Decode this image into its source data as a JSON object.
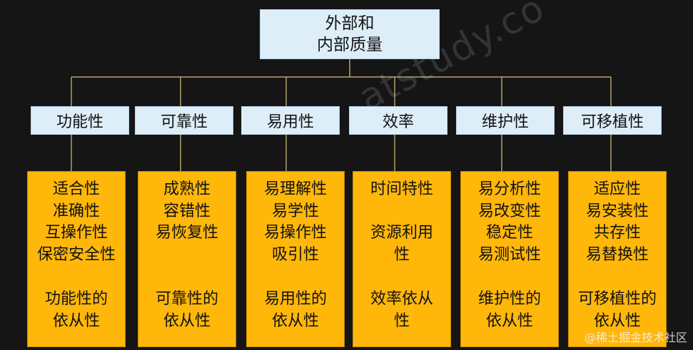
{
  "root": {
    "line1": "外部和",
    "line2": "内部质量"
  },
  "categories": [
    "功能性",
    "可靠性",
    "易用性",
    "效率",
    "维护性",
    "可移植性"
  ],
  "details": [
    {
      "items": [
        "适合性",
        "准确性",
        "互操作性",
        "保密安全性"
      ],
      "compliance": [
        "功能性的",
        "依从性"
      ]
    },
    {
      "items": [
        "成熟性",
        "容错性",
        "易恢复性"
      ],
      "compliance": [
        "可靠性的",
        "依从性"
      ]
    },
    {
      "items": [
        "易理解性",
        "易学性",
        "易操作性",
        "吸引性"
      ],
      "compliance": [
        "易用性的",
        "依从性"
      ]
    },
    {
      "items": [
        "时间特性",
        "",
        "资源利用",
        "性"
      ],
      "compliance": [
        "效率依从",
        "性"
      ]
    },
    {
      "items": [
        "易分析性",
        "易改变性",
        "稳定性",
        "易测试性"
      ],
      "compliance": [
        "维护性的",
        "依从性"
      ]
    },
    {
      "items": [
        "适应性",
        "易安装性",
        "共存性",
        "易替换性"
      ],
      "compliance": [
        "可移植性的",
        "依从性"
      ]
    }
  ],
  "watermark": "atstudy.co",
  "credit": "@稀土掘金技术社区"
}
